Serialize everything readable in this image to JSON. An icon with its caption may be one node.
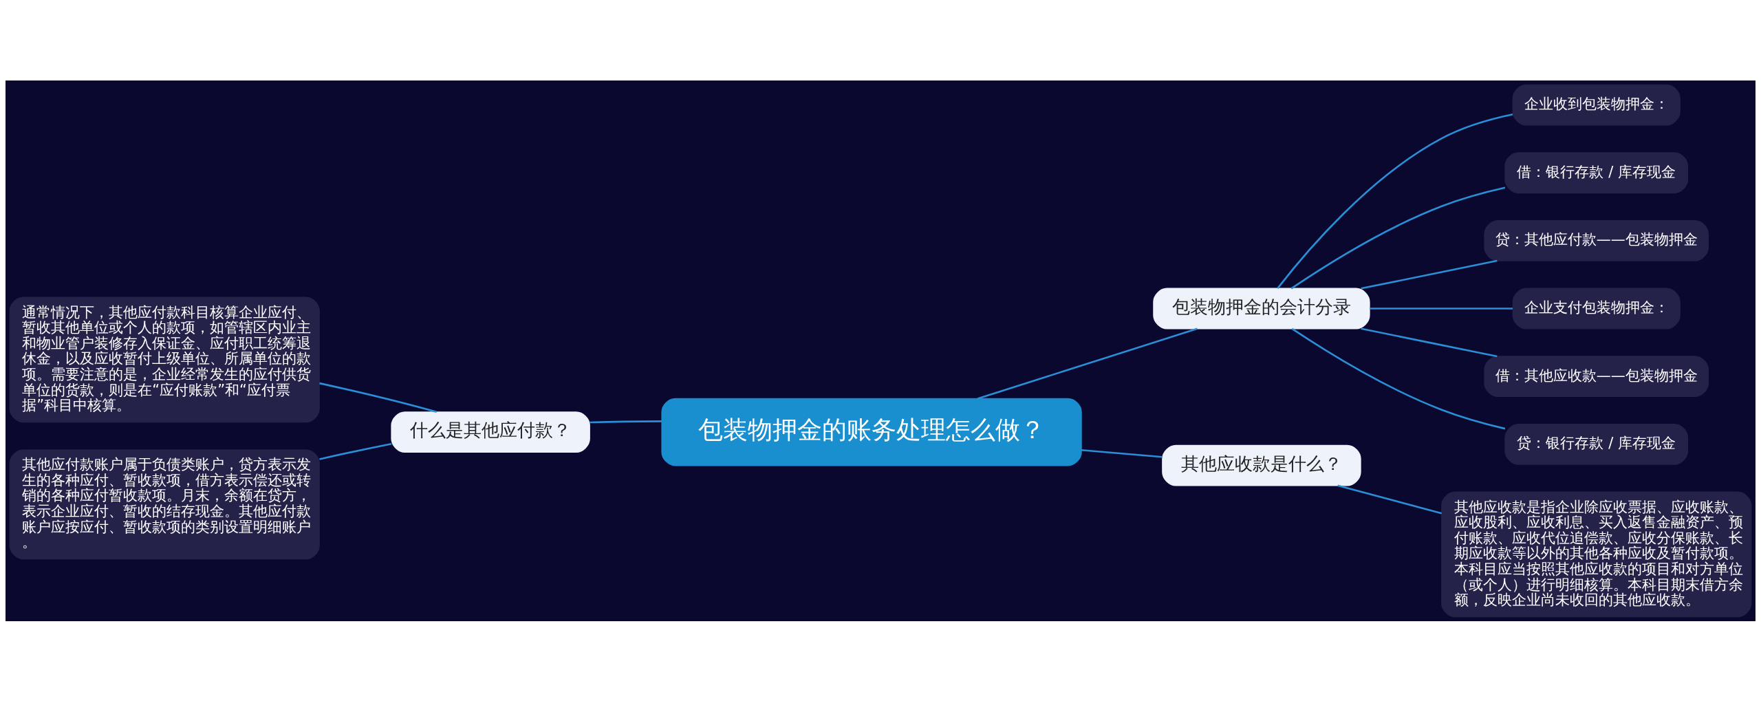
{
  "diagram": {
    "nodes": [
      {
        "text": [
          "包装物押金的账务处理怎么做？"
        ]
      },
      {
        "text": [
          "包装物押金的会计分录"
        ]
      },
      {
        "text": [
          "企业收到包装物押金："
        ]
      },
      {
        "text": [
          "借：银行存款 / 库存现金"
        ]
      },
      {
        "text": [
          "贷：其他应付款——包装物押金"
        ]
      },
      {
        "text": [
          "企业支付包装物押金："
        ]
      },
      {
        "text": [
          "借：其他应收款——包装物押金"
        ]
      },
      {
        "text": [
          "贷：银行存款 / 库存现金"
        ]
      },
      {
        "text": [
          "其他应收款是什么？"
        ]
      },
      {
        "text": [
          "其他应收款是指企业除应收票据、应收账款、应收股利、应收利息、买入返售金融资产、预付账款、应收代位追偿款、应收分保账款、长期应收款等以外的其他各种应收及暂付款项。本科目应当按照其他应收款的项目和对方单位（或个人）进行明细核算。本科目期末借方余额，反映企业尚未收回的其他应收款。"
        ]
      },
      {
        "text": [
          "什么是其他应付款？"
        ]
      },
      {
        "text": [
          "通常情况下，其他应付款科目核算企业应付、暂收其他单位或个人的款项，如管辖区内业主和物业管户装修存入保证金、应付职工统筹退休金，以及应收暂付上级单位、所属单位的款项。需要注意的是，企业经常发生的应付供货单位的货款，则是在“应付账款”和“应付票据”科目中核算。"
        ]
      },
      {
        "text": [
          "其他应付款账户属于负债类账户，贷方表示发生的各种应付、暂收款项，借方表示偿还或转销的各种应付暂收款项。月末，余额在贷方，表示企业应付、暂收的结存现金。其他应付款账户应按应付、暂收款项的类别设置明细账户。"
        ]
      }
    ],
    "edges": [
      {
        "from": 0,
        "to": 1,
        "arrow": "none"
      },
      {
        "from": 1,
        "to": 2,
        "arrow": "none"
      },
      {
        "from": 1,
        "to": 3,
        "arrow": "none"
      },
      {
        "from": 1,
        "to": 4,
        "arrow": "none"
      },
      {
        "from": 1,
        "to": 5,
        "arrow": "none"
      },
      {
        "from": 1,
        "to": 6,
        "arrow": "none"
      },
      {
        "from": 1,
        "to": 7,
        "arrow": "none"
      },
      {
        "from": 0,
        "to": 8,
        "arrow": "none"
      },
      {
        "from": 8,
        "to": 9,
        "arrow": "none"
      },
      {
        "from": 0,
        "to": 10,
        "arrow": "none"
      },
      {
        "from": 10,
        "to": 11,
        "arrow": "none"
      },
      {
        "from": 10,
        "to": 12,
        "arrow": "none"
      }
    ]
  }
}
